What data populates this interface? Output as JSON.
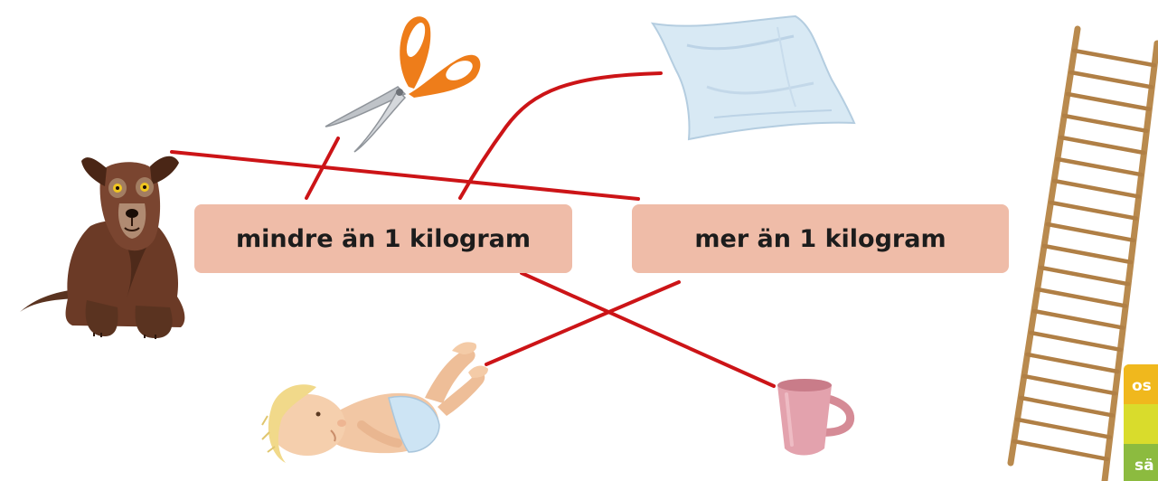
{
  "labels": {
    "less_than": "mindre än 1 kilogram",
    "more_than": "mer än 1 kilogram"
  },
  "side_tabs": {
    "top": "os",
    "bottom": "sä"
  },
  "items": [
    "dog",
    "scissors",
    "pillow",
    "ladder",
    "baby",
    "mug"
  ],
  "colors": {
    "label_bg": "#efbca8",
    "connector_line": "#cc1417",
    "tab_orange": "#f0b81d",
    "tab_yellow": "#d9dc2c",
    "tab_green": "#8cbb3f"
  }
}
